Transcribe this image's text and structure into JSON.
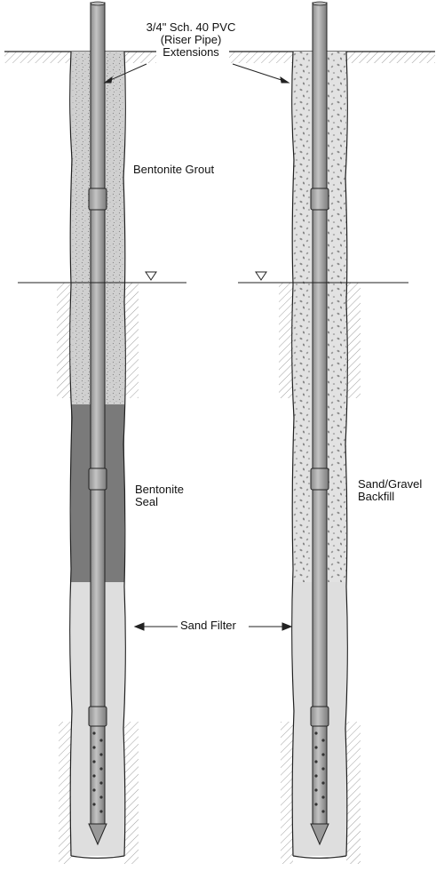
{
  "labels": {
    "riser_line1": "3/4\" Sch. 40 PVC",
    "riser_line2": "(Riser Pipe)",
    "riser_line3": "Extensions",
    "bentonite_grout": "Bentonite Grout",
    "bentonite_seal_line1": "Bentonite",
    "bentonite_seal_line2": "Seal",
    "sand_gravel_line1": "Sand/Gravel",
    "sand_gravel_line2": "Backfill",
    "sand_filter": "Sand Filter"
  },
  "colors": {
    "grout_fill": "#d4d4d4",
    "seal_fill": "#7a7a7a",
    "sand_fill": "#dedede",
    "backfill_fill": "#e4e4e4",
    "pipe_fill": "#a9a9a9",
    "outline": "#222222"
  }
}
